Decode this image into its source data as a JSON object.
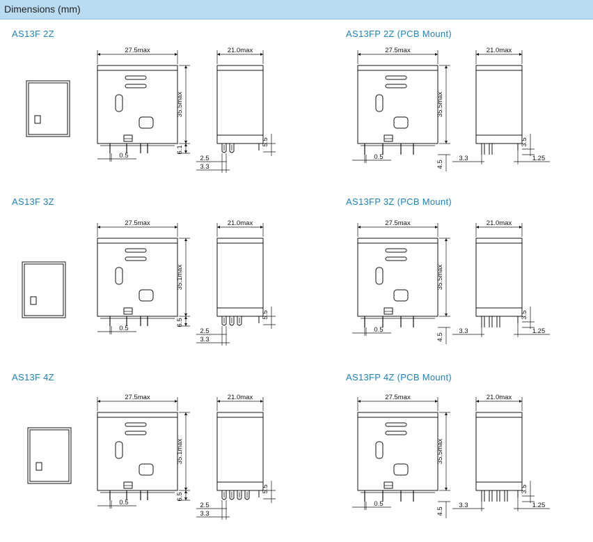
{
  "header": {
    "title": "Dimensions (mm)"
  },
  "panels": [
    {
      "title": "AS13F 2Z",
      "mount": "plug",
      "pins": 2,
      "width_label": "27.5max",
      "height_label": "35.5max",
      "depth_label": "21.0max",
      "pin_length_label": "6.1",
      "pin_width_label": "0.5",
      "side_pin_label": "5.5",
      "pitch_a_label": "2.5",
      "pitch_b_label": "3.3"
    },
    {
      "title": "AS13FP 2Z (PCB Mount)",
      "mount": "pcb",
      "pins": 2,
      "width_label": "27.5max",
      "height_label": "35.5max",
      "depth_label": "21.0max",
      "pin_length_label": "4.5",
      "pin_width_label": "0.5",
      "side_pin_label": "3.5",
      "pitch_a_label": "3.3",
      "pitch_b_label": "1.25"
    },
    {
      "title": "AS13F 3Z",
      "mount": "plug",
      "pins": 3,
      "width_label": "27.5max",
      "height_label": "35.1max",
      "depth_label": "21.0max",
      "pin_length_label": "6.5",
      "pin_width_label": "0.5",
      "side_pin_label": "5.5",
      "pitch_a_label": "2.5",
      "pitch_b_label": "3.3"
    },
    {
      "title": "AS13FP 3Z (PCB Mount)",
      "mount": "pcb",
      "pins": 3,
      "width_label": "27.5max",
      "height_label": "35.5max",
      "depth_label": "21.0max",
      "pin_length_label": "4.5",
      "pin_width_label": "0.5",
      "side_pin_label": "3.5",
      "pitch_a_label": "3.3",
      "pitch_b_label": "1.25"
    },
    {
      "title": "AS13F 4Z",
      "mount": "plug",
      "pins": 4,
      "width_label": "27.5max",
      "height_label": "35.1max",
      "depth_label": "21.0max",
      "pin_length_label": "6.5",
      "pin_width_label": "0.5",
      "side_pin_label": "5.5",
      "pitch_a_label": "2.5",
      "pitch_b_label": "3.3"
    },
    {
      "title": "AS13FP 4Z (PCB Mount)",
      "mount": "pcb",
      "pins": 4,
      "width_label": "27.5max",
      "height_label": "35.5max",
      "depth_label": "21.0max",
      "pin_length_label": "4.5",
      "pin_width_label": "0.5",
      "side_pin_label": "3.5",
      "pitch_a_label": "3.3",
      "pitch_b_label": "1.25"
    }
  ]
}
